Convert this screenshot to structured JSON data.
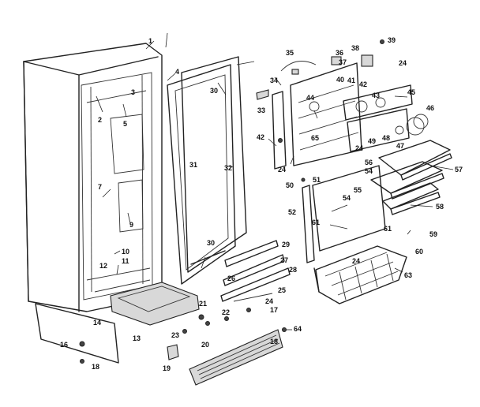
{
  "labels": [
    {
      "key": "1",
      "text": "1"
    },
    {
      "key": "2",
      "text": "2"
    },
    {
      "key": "3",
      "text": "3"
    },
    {
      "key": "4",
      "text": "4"
    },
    {
      "key": "5",
      "text": "5"
    },
    {
      "key": "7",
      "text": "7"
    },
    {
      "key": "9",
      "text": "9"
    },
    {
      "key": "10",
      "text": "10"
    },
    {
      "key": "11",
      "text": "11"
    },
    {
      "key": "12",
      "text": "12"
    },
    {
      "key": "13",
      "text": "13"
    },
    {
      "key": "14",
      "text": "14"
    },
    {
      "key": "16",
      "text": "16"
    },
    {
      "key": "17",
      "text": "17"
    },
    {
      "key": "18a",
      "text": "18"
    },
    {
      "key": "18b",
      "text": "18"
    },
    {
      "key": "19",
      "text": "19"
    },
    {
      "key": "20",
      "text": "20"
    },
    {
      "key": "21",
      "text": "21"
    },
    {
      "key": "22",
      "text": "22"
    },
    {
      "key": "23",
      "text": "23"
    },
    {
      "key": "24a",
      "text": "24"
    },
    {
      "key": "24b",
      "text": "24"
    },
    {
      "key": "24c",
      "text": "24"
    },
    {
      "key": "24d",
      "text": "24"
    },
    {
      "key": "24e",
      "text": "24"
    },
    {
      "key": "25",
      "text": "25"
    },
    {
      "key": "26",
      "text": "26"
    },
    {
      "key": "27",
      "text": "27"
    },
    {
      "key": "28",
      "text": "28"
    },
    {
      "key": "29",
      "text": "29"
    },
    {
      "key": "30a",
      "text": "30"
    },
    {
      "key": "30b",
      "text": "30"
    },
    {
      "key": "31",
      "text": "31"
    },
    {
      "key": "32",
      "text": "32"
    },
    {
      "key": "33",
      "text": "33"
    },
    {
      "key": "34",
      "text": "34"
    },
    {
      "key": "35",
      "text": "35"
    },
    {
      "key": "36",
      "text": "36"
    },
    {
      "key": "37",
      "text": "37"
    },
    {
      "key": "38",
      "text": "38"
    },
    {
      "key": "39",
      "text": "39"
    },
    {
      "key": "40",
      "text": "40"
    },
    {
      "key": "41",
      "text": "41"
    },
    {
      "key": "42a",
      "text": "42"
    },
    {
      "key": "42b",
      "text": "42"
    },
    {
      "key": "43",
      "text": "43"
    },
    {
      "key": "44",
      "text": "44"
    },
    {
      "key": "45",
      "text": "45"
    },
    {
      "key": "46",
      "text": "46"
    },
    {
      "key": "47",
      "text": "47"
    },
    {
      "key": "48",
      "text": "48"
    },
    {
      "key": "49",
      "text": "49"
    },
    {
      "key": "50",
      "text": "50"
    },
    {
      "key": "51",
      "text": "51"
    },
    {
      "key": "52",
      "text": "52"
    },
    {
      "key": "54a",
      "text": "54"
    },
    {
      "key": "54b",
      "text": "54"
    },
    {
      "key": "55",
      "text": "55"
    },
    {
      "key": "56",
      "text": "56"
    },
    {
      "key": "57",
      "text": "57"
    },
    {
      "key": "58",
      "text": "58"
    },
    {
      "key": "59",
      "text": "59"
    },
    {
      "key": "60",
      "text": "60"
    },
    {
      "key": "61a",
      "text": "61"
    },
    {
      "key": "61b",
      "text": "61"
    },
    {
      "key": "63",
      "text": "63"
    },
    {
      "key": "64",
      "text": "64"
    },
    {
      "key": "65",
      "text": "65"
    }
  ]
}
